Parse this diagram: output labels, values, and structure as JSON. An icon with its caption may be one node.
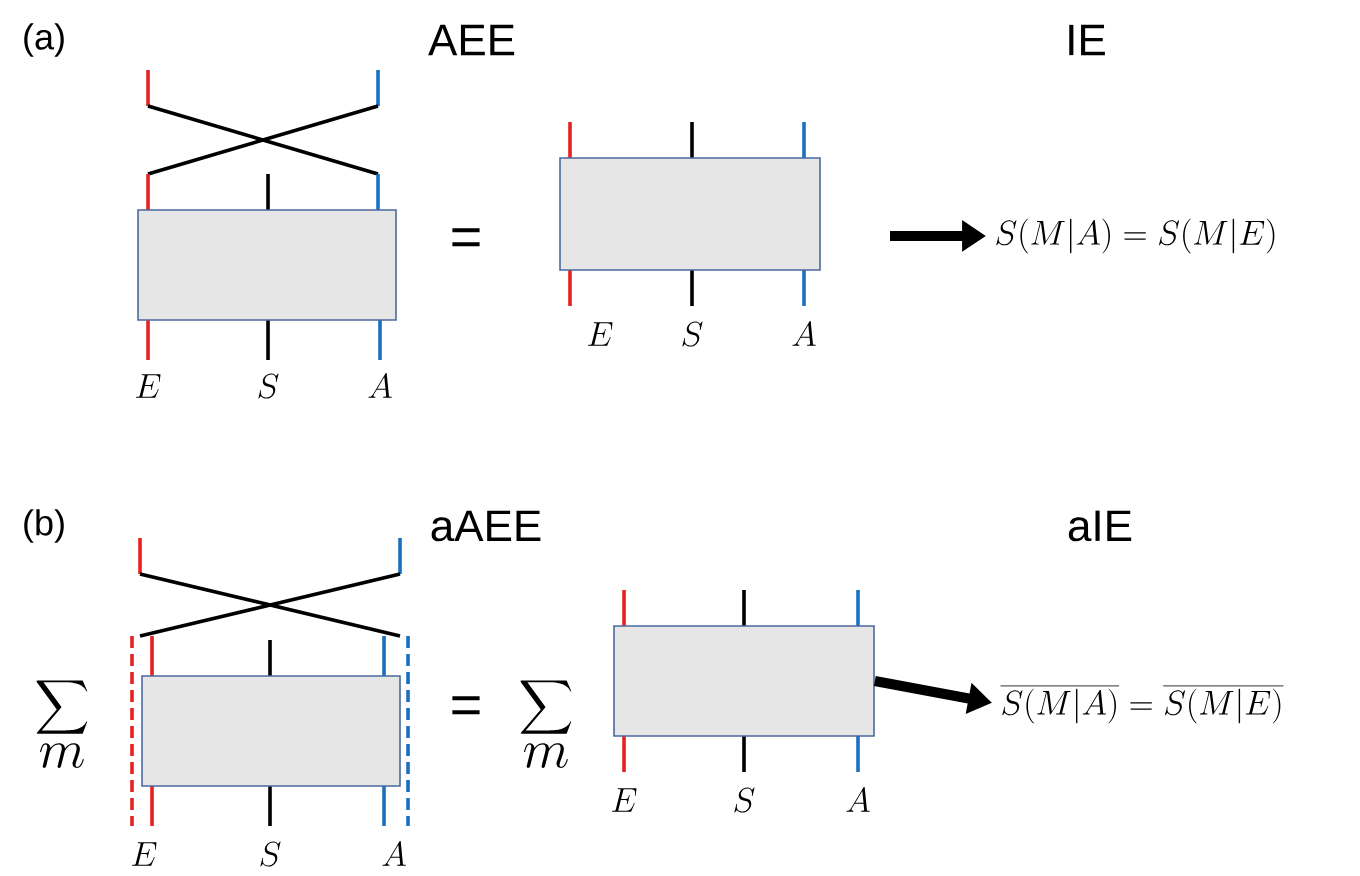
{
  "diagram": {
    "nodes": [
      {
        "text": [],
        "shape": "box",
        "beside": [
          "E",
          "S",
          "A"
        ]
      },
      {
        "text": [],
        "shape": "box",
        "beside": [
          "E",
          "S",
          "A"
        ]
      },
      {
        "text": [
          "S(M|A) = S(M|E)"
        ]
      },
      {
        "text": [],
        "shape": "box",
        "beside": [
          "E",
          "S",
          "A"
        ]
      },
      {
        "text": [],
        "shape": "box",
        "beside": [
          "E",
          "S",
          "A"
        ]
      },
      {
        "text": [
          "\\overline{S(M|A)} = \\overline{S(M|E)}"
        ]
      }
    ],
    "edges": [
      {
        "from": null,
        "to": 2,
        "arrow": "to"
      },
      {
        "from": 4,
        "to": 5,
        "arrow": "to"
      }
    ],
    "labels": [
      "(a)",
      "AEE",
      "IE",
      "=",
      "(b)",
      "aAEE",
      "aIE",
      "\\sum_m",
      "=",
      "\\sum_m"
    ]
  }
}
